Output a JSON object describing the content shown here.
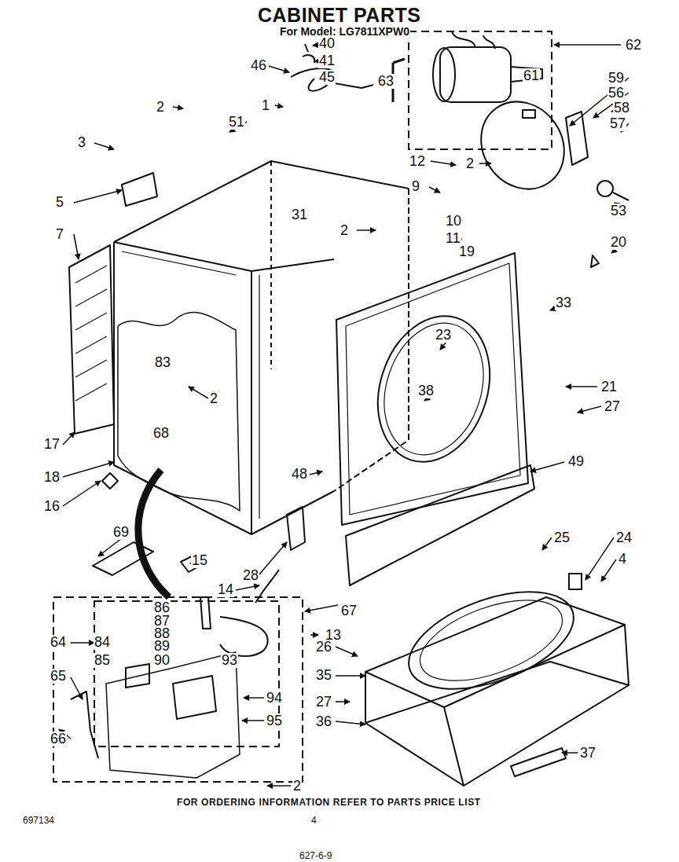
{
  "diagram": {
    "title": "CABINET PARTS",
    "caption": "FOR ORDERING INFORMATION REFER TO PARTS PRICE LIST",
    "labels": [
      "For Model: LG7811XPW0",
      "40",
      "46",
      "41",
      "45",
      "62",
      "61",
      "63",
      "59",
      "56",
      "58",
      "57",
      "1",
      "2",
      "51",
      "3",
      "12",
      "2",
      "9",
      "31",
      "5",
      "10",
      "2",
      "11",
      "53",
      "20",
      "7",
      "19",
      "33",
      "23",
      "83",
      "2",
      "21",
      "27",
      "38",
      "68",
      "17",
      "18",
      "48",
      "49",
      "16",
      "69",
      "25",
      "24",
      "15",
      "28",
      "14",
      "4",
      "86",
      "87",
      "67",
      "88",
      "64",
      "84",
      "89",
      "13",
      "90",
      "93",
      "85",
      "26",
      "65",
      "35",
      "94",
      "27",
      "95",
      "36",
      "66",
      "37",
      "2",
      "697134",
      "4",
      "627-6-9"
    ]
  }
}
